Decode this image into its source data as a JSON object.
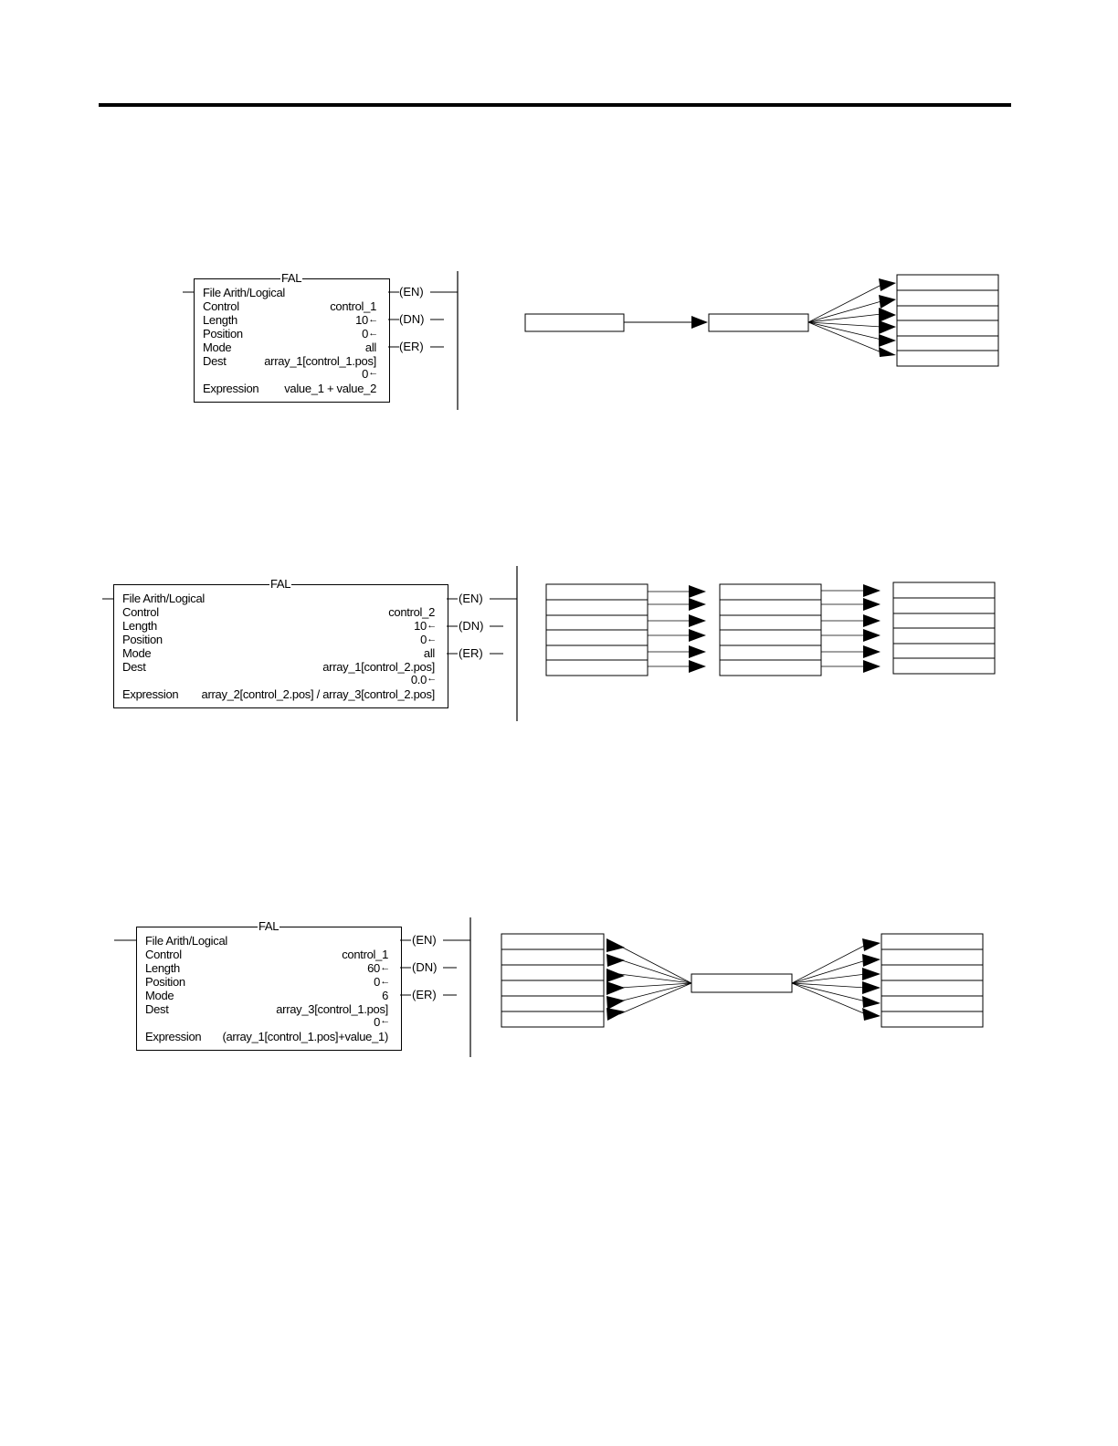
{
  "rungs": [
    {
      "instruction": "FAL",
      "title": "File Arith/Logical",
      "control_label": "Control",
      "control": "control_1",
      "length_label": "Length",
      "length": "10",
      "position_label": "Position",
      "position": "0",
      "mode_label": "Mode",
      "mode": "all",
      "dest_label": "Dest",
      "dest": "array_1[control_1.pos]",
      "dest_value": "0",
      "expression_label": "Expression",
      "expression": "value_1 + value_2",
      "coils": [
        "EN",
        "DN",
        "ER"
      ]
    },
    {
      "instruction": "FAL",
      "title": "File Arith/Logical",
      "control_label": "Control",
      "control": "control_2",
      "length_label": "Length",
      "length": "10",
      "position_label": "Position",
      "position": "0",
      "mode_label": "Mode",
      "mode": "all",
      "dest_label": "Dest",
      "dest": "array_1[control_2.pos]",
      "dest_value": "0.0",
      "expression_label": "Expression",
      "expression": "array_2[control_2.pos] / array_3[control_2.pos]",
      "coils": [
        "EN",
        "DN",
        "ER"
      ]
    },
    {
      "instruction": "FAL",
      "title": "File Arith/Logical",
      "control_label": "Control",
      "control": "control_1",
      "length_label": "Length",
      "length": "60",
      "position_label": "Position",
      "position": "0",
      "mode_label": "Mode",
      "mode": "6",
      "dest_label": "Dest",
      "dest": "array_3[control_1.pos]",
      "dest_value": "0",
      "expression_label": "Expression",
      "expression": "(array_1[control_1.pos]+value_1)",
      "coils": [
        "EN",
        "DN",
        "ER"
      ]
    }
  ],
  "diagrams": [
    {
      "kind": "single-to-array",
      "cells_per_array": 6
    },
    {
      "kind": "array-to-array-to-array",
      "cells_per_array": 6
    },
    {
      "kind": "array-to-single-to-array",
      "cells_per_array": 6
    }
  ]
}
